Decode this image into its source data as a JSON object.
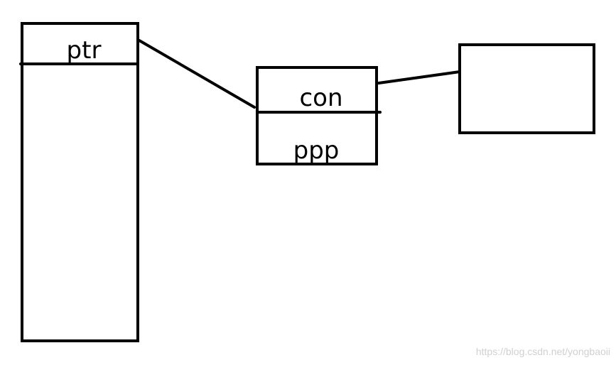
{
  "nodes": {
    "ptr_label": "ptr",
    "con_label": "con",
    "ppp_label": "ppp"
  },
  "watermark": "https://blog.csdn.net/yongbaoii",
  "colors": {
    "stroke": "#000000",
    "background": "#ffffff",
    "watermark": "#d0d0d0"
  }
}
